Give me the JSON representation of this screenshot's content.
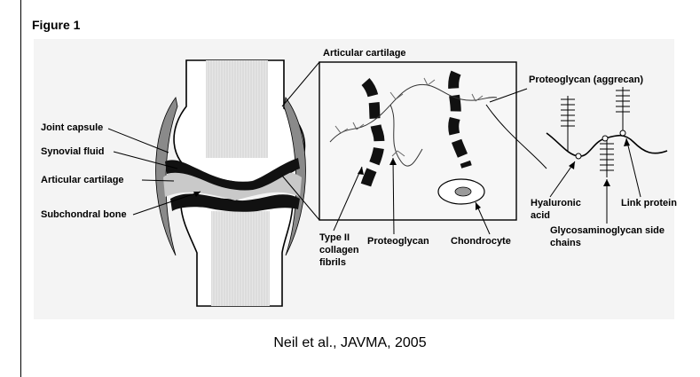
{
  "figure": {
    "label": "Figure 1",
    "citation": "Neil et al., JAVMA, 2005"
  },
  "labels": {
    "joint_capsule": "Joint capsule",
    "synovial_fluid": "Synovial fluid",
    "articular_cartilage_left": "Articular cartilage",
    "subchondral_bone": "Subchondral bone",
    "articular_cartilage_box": "Articular cartilage",
    "proteoglycan_aggrecan": "Proteoglycan (aggrecan)",
    "type2_line1": "Type II",
    "type2_line2": "collagen",
    "type2_line3": "fibrils",
    "proteoglycan": "Proteoglycan",
    "chondrocyte": "Chondrocyte",
    "hyaluronic_line1": "Hyaluronic",
    "hyaluronic_line2": "acid",
    "link_protein": "Link protein",
    "gag_line1": "Glycosaminoglycan side",
    "gag_line2": "chains"
  },
  "colors": {
    "background": "#ffffff",
    "panel": "#f4f4f4",
    "bone_shaft": "#e2e2e2",
    "cartilage": "#111111",
    "capsule": "#8a8a8a"
  }
}
